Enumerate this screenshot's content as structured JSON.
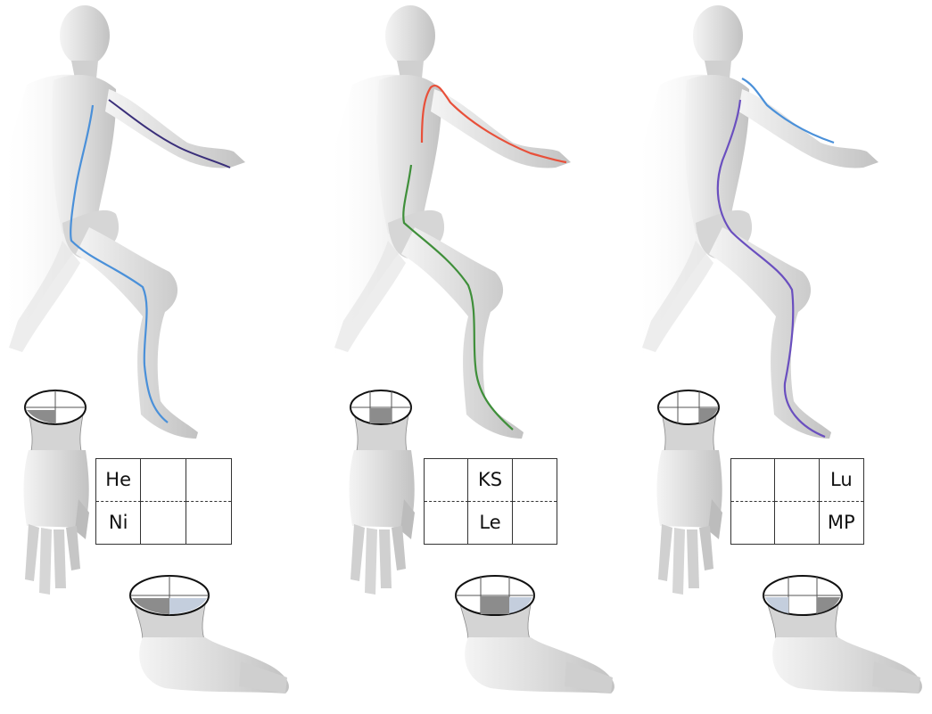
{
  "tables": [
    {
      "cells": [
        "He",
        "",
        "",
        "Ni",
        "",
        ""
      ]
    },
    {
      "cells": [
        "",
        "KS",
        "",
        "",
        "Le",
        ""
      ]
    },
    {
      "cells": [
        "",
        "",
        "Lu",
        "",
        "",
        "MP"
      ]
    }
  ],
  "colors": {
    "background": "#ffffff",
    "skin": "#dcdcdc",
    "skin_shadow": "#b8b8b8",
    "meridian_blue": "#4a90d9",
    "meridian_navy": "#3a2f7a",
    "meridian_red": "#e8503a",
    "meridian_green": "#3f8f3a",
    "meridian_purple": "#6a4fbf",
    "section_highlight": "#8c8c8c",
    "section_light": "#c4cedd"
  }
}
